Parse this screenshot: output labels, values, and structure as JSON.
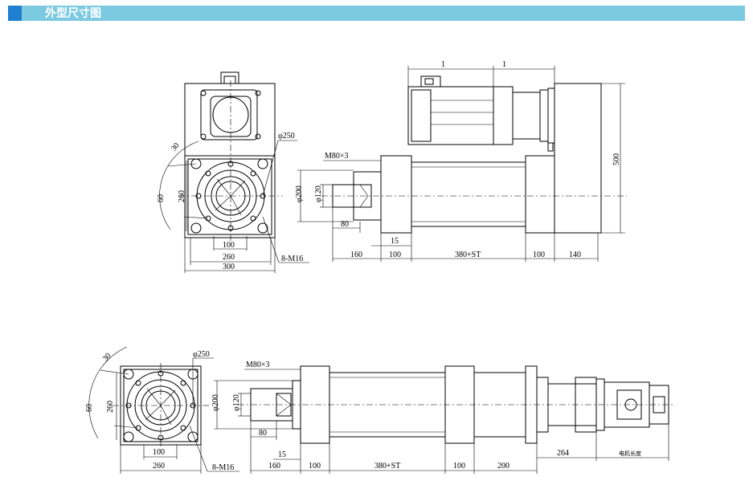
{
  "header": {
    "title": "外型尺寸图",
    "accent": "#1f7fd0",
    "bar_color": "#7cc9e2"
  },
  "top_front": {
    "dim_30": "30",
    "dim_60": "60",
    "dim_260_v": "260",
    "dim_100": "100",
    "dim_260_h": "260",
    "dim_300": "300",
    "phi250": "φ250",
    "bolt": "8-M16"
  },
  "top_side": {
    "dim_1a": "1",
    "dim_1b": "1",
    "dim_500": "500",
    "thread": "M80×3",
    "phi200": "φ200",
    "phi120": "φ120",
    "dim_80": "80",
    "dim_15": "15",
    "dim_160": "160",
    "dim_100a": "100",
    "dim_380st": "380+ST",
    "dim_100b": "100",
    "dim_140": "140"
  },
  "bottom_front": {
    "dim_30": "30",
    "dim_60": "60",
    "dim_260_v": "260",
    "dim_100": "100",
    "dim_260_h": "260",
    "phi250": "φ250",
    "bolt": "8-M16"
  },
  "bottom_side": {
    "thread": "M80×3",
    "phi200": "φ200",
    "phi120": "φ120",
    "dim_80": "80",
    "dim_15": "15",
    "dim_160": "160",
    "dim_100a": "100",
    "dim_380st": "380+ST",
    "dim_100b": "100",
    "dim_200": "200",
    "dim_264": "264",
    "motor_len": "电机长度"
  }
}
